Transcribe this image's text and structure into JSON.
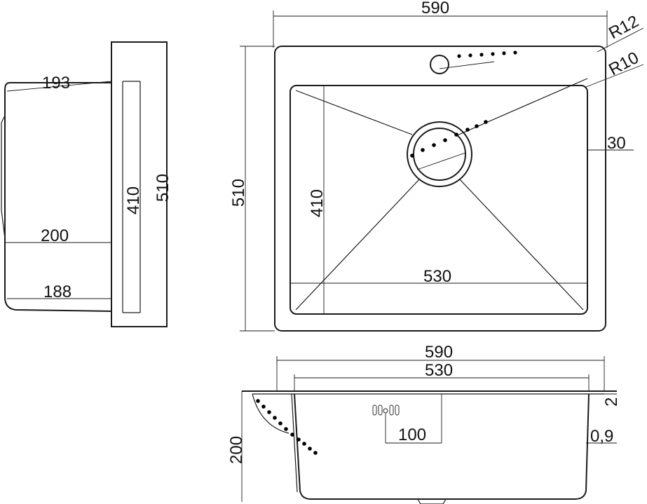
{
  "top_view": {
    "outer_width": "590",
    "outer_height": "510",
    "bowl_width": "530",
    "bowl_height": "410",
    "corner_radius_outer": "R12",
    "corner_radius_inner": "R10",
    "rim_width": "30"
  },
  "side_view": {
    "depth_top": "193",
    "depth_mid": "200",
    "depth_bottom": "188",
    "bowl_height": "410",
    "outer_height": "510"
  },
  "front_view": {
    "outer_width": "590",
    "bowl_width": "530",
    "drain_offset": "100",
    "rim_thickness": "2",
    "wall_thickness": "0,9",
    "height": "200"
  }
}
